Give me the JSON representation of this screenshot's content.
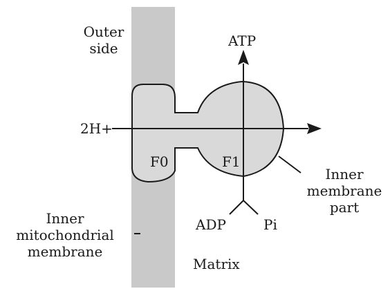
{
  "diagram": {
    "labels": {
      "outer_side": [
        "Outer",
        "side"
      ],
      "atp": "ATP",
      "proton": "2H+",
      "f0": "F0",
      "f1": "F1",
      "inner_membrane_part": [
        "Inner",
        "membrane",
        "part"
      ],
      "inner_mitochondrial_membrane": [
        "Inner",
        "mitochondrial",
        "membrane"
      ],
      "adp": "ADP",
      "pi": "Pi",
      "matrix": "Matrix"
    },
    "colors": {
      "membrane": "#c9c9c9",
      "complex_fill": "#d9d9d9",
      "stroke": "#1a1a1a",
      "text": "#1a1a1a",
      "background": "#ffffff"
    }
  }
}
